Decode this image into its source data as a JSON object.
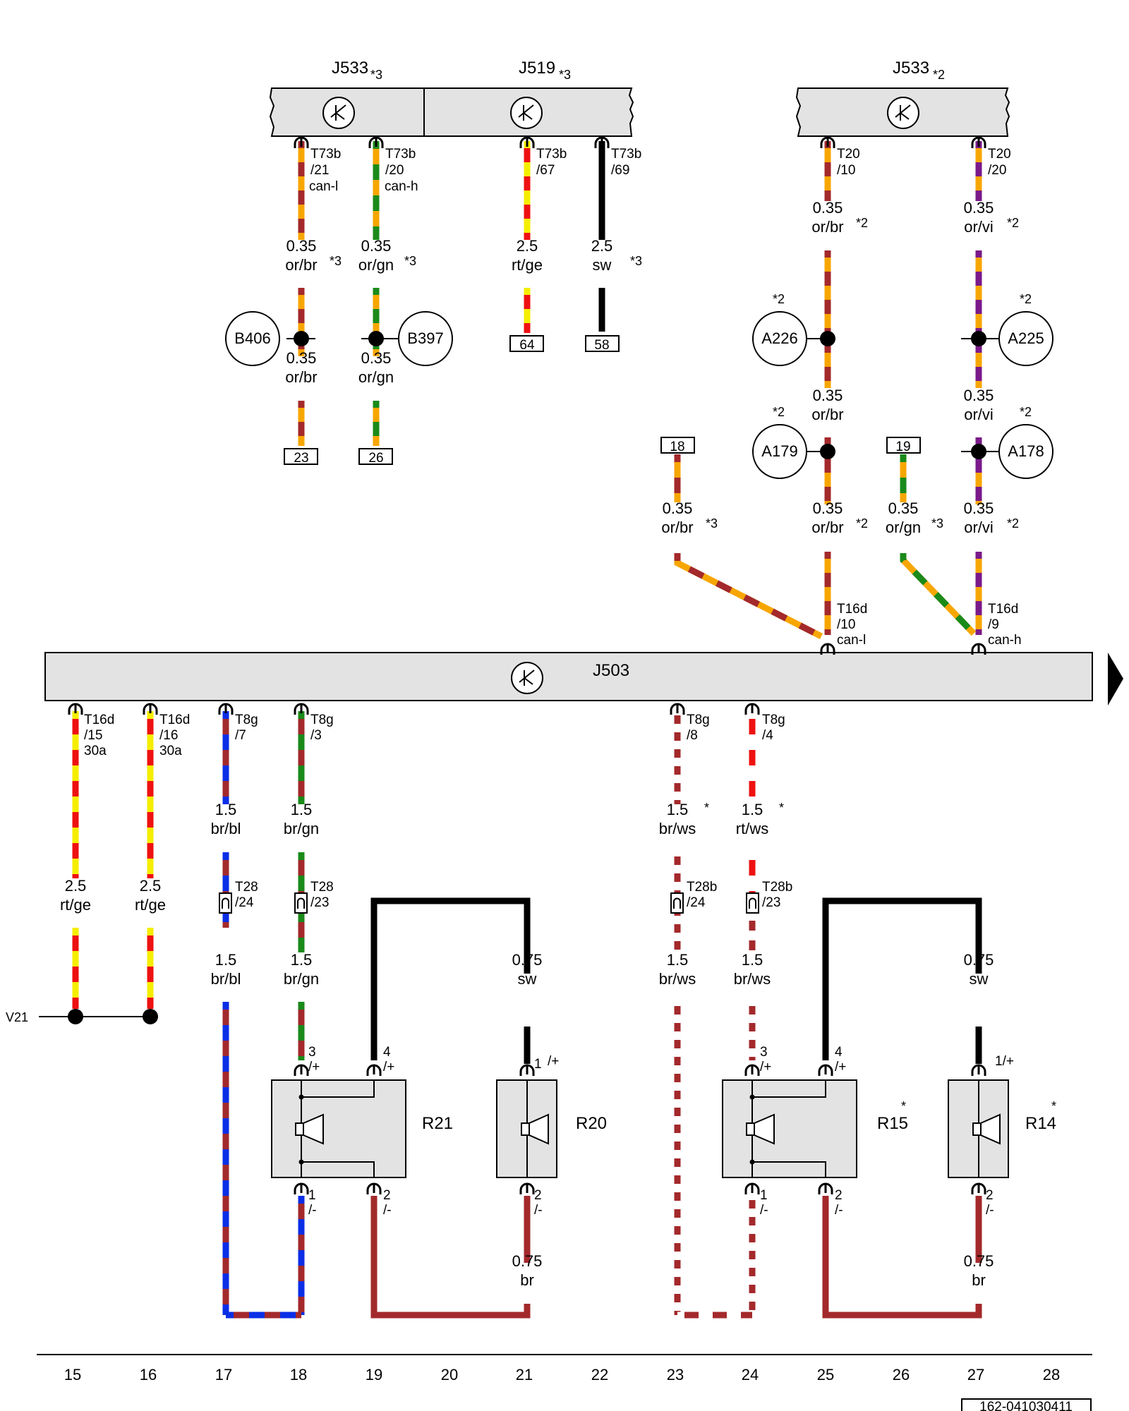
{
  "colors": {
    "or": "#f7a600",
    "br": "#a3292b",
    "gn": "#1a8a1a",
    "vi": "#7a1a8a",
    "rt": "#ee1111",
    "ge": "#f5ee00",
    "bl": "#0a2ee6",
    "ws": "#ffffff",
    "sw": "#000000",
    "box_fill": "#e3e3e3"
  },
  "top_modules": [
    {
      "name": "J533",
      "note": "*3"
    },
    {
      "name": "J519",
      "note": "*3"
    },
    {
      "name": "J533",
      "note": "*2"
    }
  ],
  "main_module": {
    "name": "J503"
  },
  "ground_points": [
    "B406",
    "B397",
    "A226",
    "A225",
    "A179",
    "A178"
  ],
  "ground_notes": [
    "*2",
    "*2",
    "*2",
    "*2"
  ],
  "connectors": [
    {
      "id": "c1",
      "l1": "T73b",
      "l2": "/21",
      "l3": "can-l"
    },
    {
      "id": "c2",
      "l1": "T73b",
      "l2": "/20",
      "l3": "can-h"
    },
    {
      "id": "c3",
      "l1": "T73b",
      "l2": "/67",
      "l3": ""
    },
    {
      "id": "c4",
      "l1": "T73b",
      "l2": "/69",
      "l3": ""
    },
    {
      "id": "c5",
      "l1": "T20",
      "l2": "/10",
      "l3": ""
    },
    {
      "id": "c6",
      "l1": "T20",
      "l2": "/20",
      "l3": ""
    },
    {
      "id": "c7",
      "l1": "T16d",
      "l2": "/10",
      "l3": "can-l"
    },
    {
      "id": "c8",
      "l1": "T16d",
      "l2": "/9",
      "l3": "can-h"
    },
    {
      "id": "c9",
      "l1": "T16d",
      "l2": "/15",
      "l3": "30a"
    },
    {
      "id": "c10",
      "l1": "T16d",
      "l2": "/16",
      "l3": "30a"
    },
    {
      "id": "c11",
      "l1": "T8g",
      "l2": "/7",
      "l3": ""
    },
    {
      "id": "c12",
      "l1": "T8g",
      "l2": "/3",
      "l3": ""
    },
    {
      "id": "c13",
      "l1": "T8g",
      "l2": "/8",
      "l3": ""
    },
    {
      "id": "c14",
      "l1": "T8g",
      "l2": "/4",
      "l3": ""
    },
    {
      "id": "c15",
      "l1": "T28",
      "l2": "/24",
      "l3": ""
    },
    {
      "id": "c16",
      "l1": "T28",
      "l2": "/23",
      "l3": ""
    },
    {
      "id": "c17",
      "l1": "T28b",
      "l2": "/24",
      "l3": ""
    },
    {
      "id": "c18",
      "l1": "T28b",
      "l2": "/23",
      "l3": ""
    }
  ],
  "wire_labels": [
    {
      "size": "0.35",
      "color": "or/br",
      "note": "*3"
    },
    {
      "size": "0.35",
      "color": "or/gn",
      "note": "*3"
    },
    {
      "size": "2.5",
      "color": "rt/ge",
      "note": ""
    },
    {
      "size": "2.5",
      "color": "sw",
      "note": "*3"
    },
    {
      "size": "0.35",
      "color": "or/br",
      "note": ""
    },
    {
      "size": "0.35",
      "color": "or/gn",
      "note": ""
    },
    {
      "size": "0.35",
      "color": "or/br",
      "note": "*2"
    },
    {
      "size": "0.35",
      "color": "or/vi",
      "note": "*2"
    },
    {
      "size": "0.35",
      "color": "or/br",
      "note": ""
    },
    {
      "size": "0.35",
      "color": "or/vi",
      "note": ""
    },
    {
      "size": "0.35",
      "color": "or/br",
      "note": "*3"
    },
    {
      "size": "0.35",
      "color": "or/br",
      "note": "*2"
    },
    {
      "size": "0.35",
      "color": "or/gn",
      "note": "*3"
    },
    {
      "size": "0.35",
      "color": "or/vi",
      "note": "*2"
    },
    {
      "size": "2.5",
      "color": "rt/ge",
      "note": ""
    },
    {
      "size": "2.5",
      "color": "rt/ge",
      "note": ""
    },
    {
      "size": "1.5",
      "color": "br/bl",
      "note": ""
    },
    {
      "size": "1.5",
      "color": "br/gn",
      "note": ""
    },
    {
      "size": "1.5",
      "color": "br/ws",
      "note": "*"
    },
    {
      "size": "1.5",
      "color": "rt/ws",
      "note": "*"
    },
    {
      "size": "1.5",
      "color": "br/bl",
      "note": ""
    },
    {
      "size": "1.5",
      "color": "br/gn",
      "note": ""
    },
    {
      "size": "0.75",
      "color": "sw",
      "note": ""
    },
    {
      "size": "1.5",
      "color": "br/ws",
      "note": ""
    },
    {
      "size": "1.5",
      "color": "br/ws",
      "note": ""
    },
    {
      "size": "0.75",
      "color": "sw",
      "note": ""
    },
    {
      "size": "0.75",
      "color": "br",
      "note": ""
    },
    {
      "size": "0.75",
      "color": "br",
      "note": ""
    }
  ],
  "refs": [
    "23",
    "26",
    "64",
    "58",
    "18",
    "19"
  ],
  "speakers": [
    {
      "name": "R21",
      "note": "",
      "pin_a": "3",
      "pin_a2": "/+",
      "pin_b": "4",
      "pin_b2": "/+",
      "pin_c": "1",
      "pin_c2": "/-",
      "pin_d": "2",
      "pin_d2": "/-"
    },
    {
      "name": "R20",
      "note": "",
      "pin_a": "1",
      "pin_a2": "/+",
      "pin_c": "2",
      "pin_c2": "/-"
    },
    {
      "name": "R15",
      "note": "*",
      "pin_a": "3",
      "pin_a2": "/+",
      "pin_b": "4",
      "pin_b2": "/+",
      "pin_c": "1",
      "pin_c2": "/-",
      "pin_d": "2",
      "pin_d2": "/-"
    },
    {
      "name": "R14",
      "note": "*",
      "pin_a": "1/+",
      "pin_a2": "",
      "pin_c": "2",
      "pin_c2": "/-"
    }
  ],
  "v21_label": "V21",
  "axis": [
    "15",
    "16",
    "17",
    "18",
    "19",
    "20",
    "21",
    "22",
    "23",
    "24",
    "25",
    "26",
    "27",
    "28"
  ],
  "doc_number": "162-041030411"
}
